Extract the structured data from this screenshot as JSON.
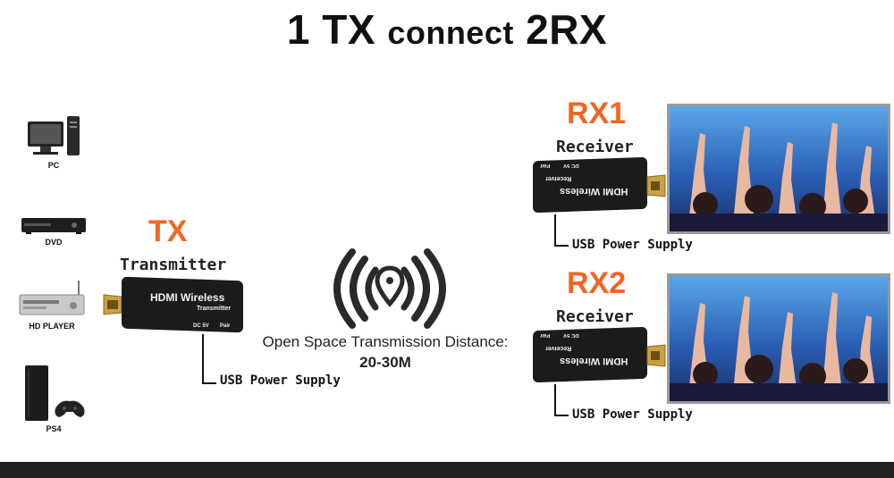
{
  "title": {
    "part1": "1 TX",
    "part2": "connect",
    "part3": "2RX"
  },
  "devices": [
    {
      "label": "PC",
      "icon": "pc-icon"
    },
    {
      "label": "DVD",
      "icon": "dvd-player-icon"
    },
    {
      "label": "HD PLAYER",
      "icon": "hd-player-icon"
    },
    {
      "label": "PS4",
      "icon": "ps4-console-icon"
    }
  ],
  "tx": {
    "label": "TX",
    "role": "Transmitter",
    "device_text": "HDMI Wireless",
    "device_subtext": "Transmitter",
    "port_dc": "DC 5V",
    "port_pair": "Pair",
    "usb": "USB Power Supply"
  },
  "transmission": {
    "label": "Open Space Transmission Distance:",
    "value": "20-30M",
    "icon": "wireless-signal-icon"
  },
  "receivers": [
    {
      "label": "RX1",
      "role": "Receiver",
      "device_text": "HDMI Wireless",
      "device_subtext": "Receiver",
      "port_dc": "DC 5V",
      "port_pair": "Pair",
      "usb": "USB Power Supply"
    },
    {
      "label": "RX2",
      "role": "Receiver",
      "device_text": "HDMI Wireless",
      "device_subtext": "Receiver",
      "port_dc": "DC 5V",
      "port_pair": "Pair",
      "usb": "USB Power Supply"
    }
  ],
  "colors": {
    "accent": "#f26522",
    "device": "#1b1b1b",
    "text": "#111111"
  }
}
